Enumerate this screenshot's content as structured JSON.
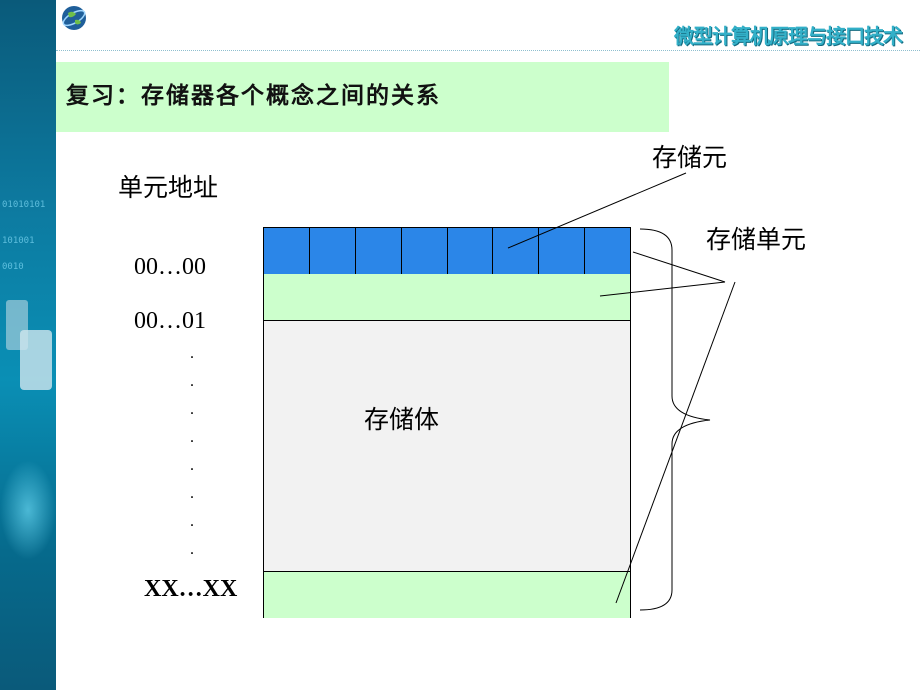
{
  "header": {
    "course_title": "微型计算机原理与接口技术"
  },
  "slide": {
    "title": "复习：存储器各个概念之间的关系"
  },
  "labels": {
    "address_heading": "单元地址",
    "storage_element": "存储元",
    "storage_unit": "存储单元",
    "storage_body": "存储体"
  },
  "addresses": {
    "first": "00…00",
    "second": "00…01",
    "last": "XX…XX"
  },
  "vertical_dots": [
    ".",
    ".",
    ".",
    ".",
    ".",
    ".",
    ".",
    "."
  ],
  "colors": {
    "bit_cell": "#2b86e8",
    "unit_row": "#ccffcc",
    "body": "#f2f2f2",
    "title_band": "#ccffcc"
  },
  "icons": {
    "logo": "globe-icon"
  }
}
